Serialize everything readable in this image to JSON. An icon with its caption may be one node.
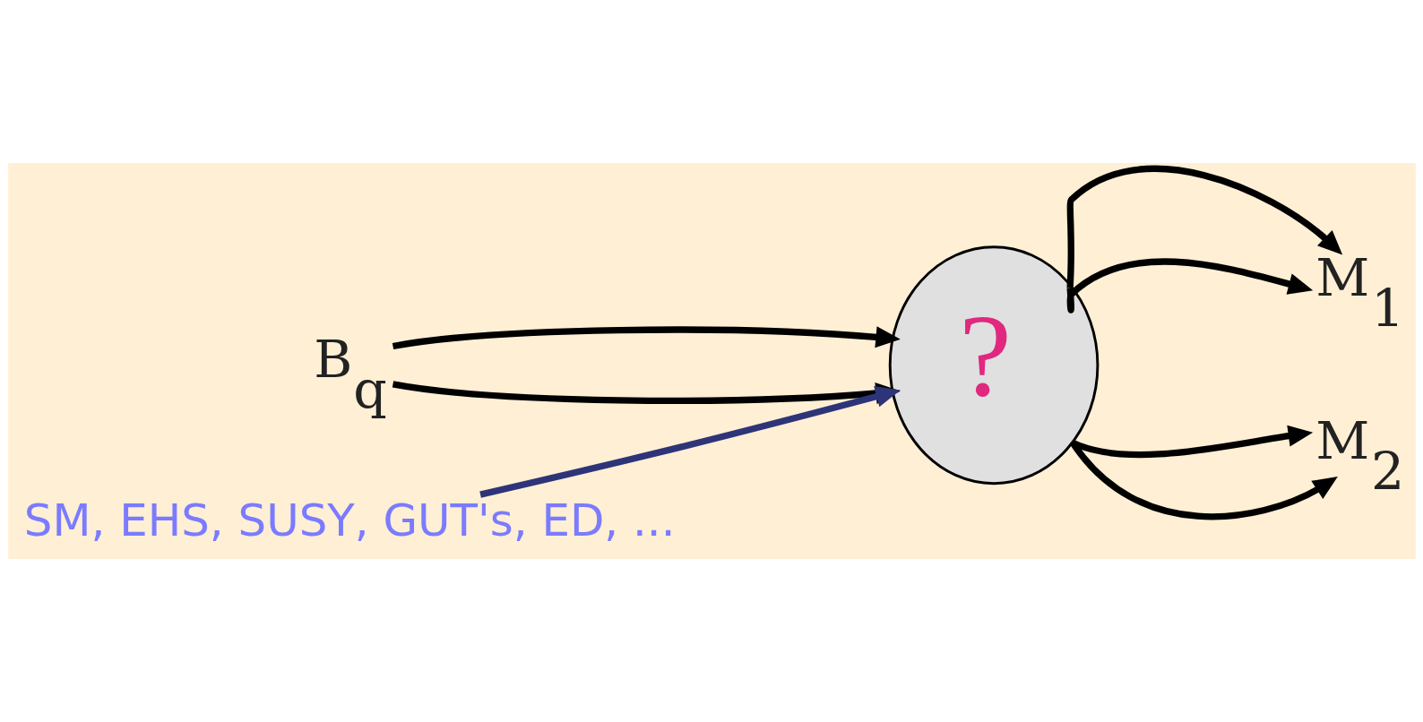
{
  "diagram": {
    "nodes": [
      {
        "text": [
          "B$_{q}$"
        ]
      },
      {
        "text": [
          "?"
        ]
      },
      {
        "text": [
          "M$_{1}$"
        ]
      },
      {
        "text": [
          "M$_{2}$"
        ]
      },
      {
        "text": [
          "SM, EHS, SUSY, GUT's, ED, ..."
        ]
      }
    ],
    "edges": [
      {
        "from": 0,
        "to": 1,
        "arrow": "to"
      },
      {
        "from": 0,
        "to": 1,
        "arrow": "to"
      },
      {
        "from": 1,
        "to": 2,
        "arrow": "to"
      },
      {
        "from": 1,
        "to": 2,
        "arrow": "to"
      },
      {
        "from": 1,
        "to": 3,
        "arrow": "to"
      },
      {
        "from": 1,
        "to": 3,
        "arrow": "to"
      },
      {
        "from": 4,
        "to": 1,
        "arrow": "to",
        "color": "#2e3478"
      }
    ]
  }
}
